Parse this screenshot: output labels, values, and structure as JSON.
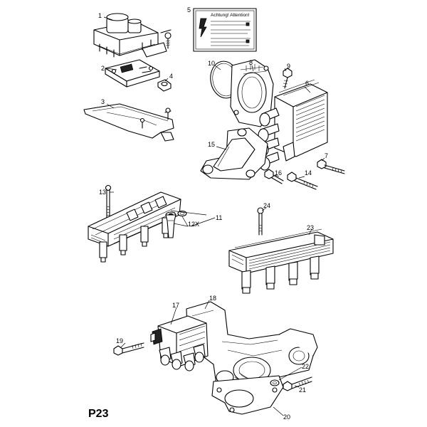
{
  "diagram": {
    "code": "P23",
    "labels": {
      "p1": "1",
      "p2": "2",
      "p3": "3",
      "p4": "4",
      "p5": "5",
      "p6": "6",
      "p7": "7",
      "p8": "8",
      "p9": "9",
      "p10": "10",
      "p11": "11",
      "p12": "12X",
      "p13": "13",
      "p14": "14",
      "p15": "15",
      "p16": "16",
      "p17": "17",
      "p18": "18",
      "p19": "19",
      "p20": "20",
      "p21": "21",
      "p22": "22",
      "p23": "23",
      "p24": "24"
    },
    "warning_label": {
      "heading": "Achtung! Attention!"
    }
  }
}
